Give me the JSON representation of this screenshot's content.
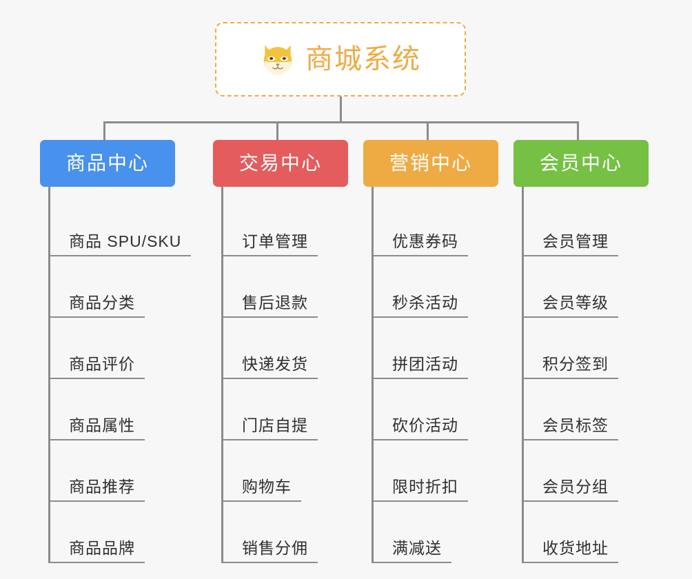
{
  "root": {
    "title": "商城系统",
    "icon": "shiba-dog-face-icon",
    "accent_color": "#eeab44",
    "border_style": "dashed"
  },
  "connector_color": "#8b8b8b",
  "background_color": "#f7f7f7",
  "columns": [
    {
      "label": "商品中心",
      "color": "#4891ec",
      "items": [
        "商品 SPU/SKU",
        "商品分类",
        "商品评价",
        "商品属性",
        "商品推荐",
        "商品品牌"
      ]
    },
    {
      "label": "交易中心",
      "color": "#e45c5c",
      "items": [
        "订单管理",
        "售后退款",
        "快递发货",
        "门店自提",
        "购物车",
        "销售分佣"
      ]
    },
    {
      "label": "营销中心",
      "color": "#eeab44",
      "items": [
        "优惠券码",
        "秒杀活动",
        "拼团活动",
        "砍价活动",
        "限时折扣",
        "满减送"
      ]
    },
    {
      "label": "会员中心",
      "color": "#76c044",
      "items": [
        "会员管理",
        "会员等级",
        "积分签到",
        "会员标签",
        "会员分组",
        "收货地址"
      ]
    }
  ]
}
